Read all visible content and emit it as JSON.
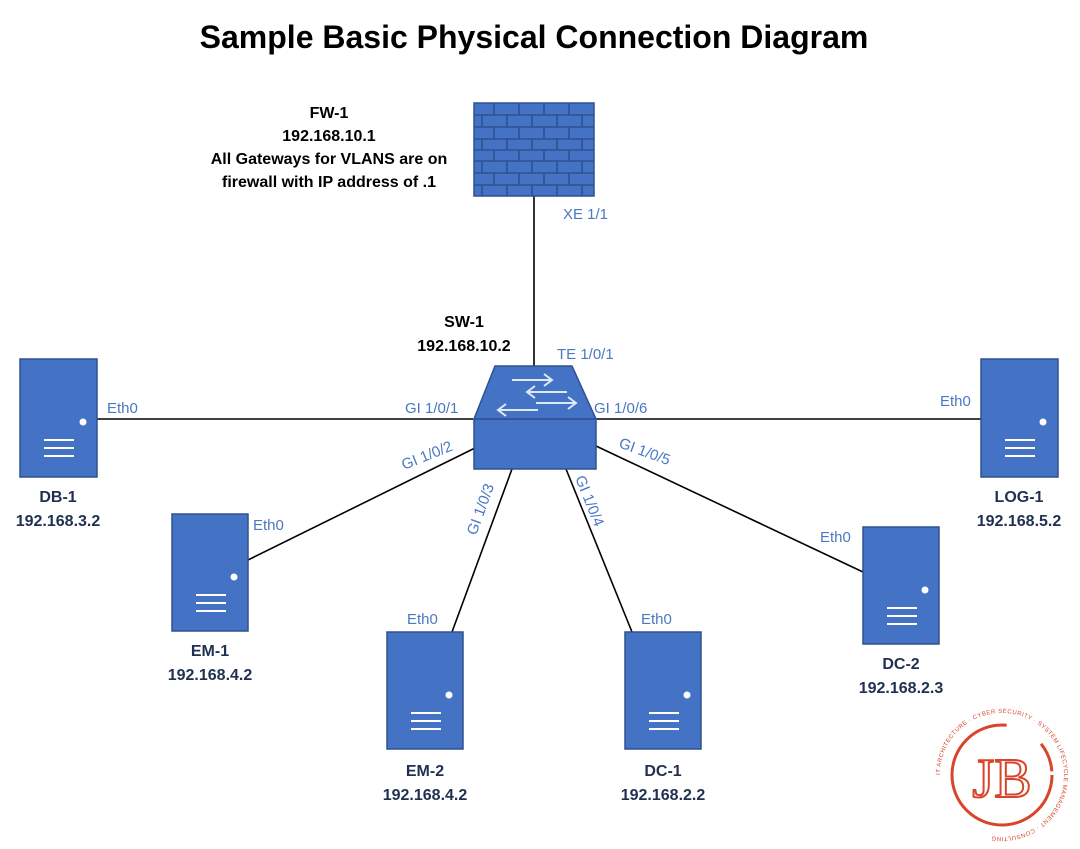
{
  "title": "Sample Basic Physical Connection Diagram",
  "firewall": {
    "name": "FW-1",
    "ip": "192.168.10.1",
    "note_line1": "All Gateways for VLANS are on",
    "note_line2": "firewall with IP address of .1",
    "port": "XE 1/1"
  },
  "switch": {
    "name": "SW-1",
    "ip": "192.168.10.2",
    "uplink_port": "TE 1/0/1"
  },
  "servers": [
    {
      "key": "db1",
      "name": "DB-1",
      "ip": "192.168.3.2",
      "nic": "Eth0",
      "switch_port": "GI 1/0/1"
    },
    {
      "key": "em1",
      "name": "EM-1",
      "ip": "192.168.4.2",
      "nic": "Eth0",
      "switch_port": "GI 1/0/2"
    },
    {
      "key": "em2",
      "name": "EM-2",
      "ip": "192.168.4.2",
      "nic": "Eth0",
      "switch_port": "GI 1/0/3"
    },
    {
      "key": "dc1",
      "name": "DC-1",
      "ip": "192.168.2.2",
      "nic": "Eth0",
      "switch_port": "GI 1/0/4"
    },
    {
      "key": "dc2",
      "name": "DC-2",
      "ip": "192.168.2.3",
      "nic": "Eth0",
      "switch_port": "GI 1/0/5"
    },
    {
      "key": "log1",
      "name": "LOG-1",
      "ip": "192.168.5.2",
      "nic": "Eth0",
      "switch_port": "GI 1/0/6"
    }
  ],
  "logo": {
    "monogram": "JB",
    "ring_text": "IT ARCHITECTURE · CYBER SECURITY · SYSTEM LIFECYCLE MANAGEMENT · CONSULTING",
    "color": "#d8452b"
  },
  "colors": {
    "device_fill": "#4472c4",
    "device_stroke": "#2f528f",
    "port_label": "#4a78c2",
    "device_label": "#1f3050"
  }
}
